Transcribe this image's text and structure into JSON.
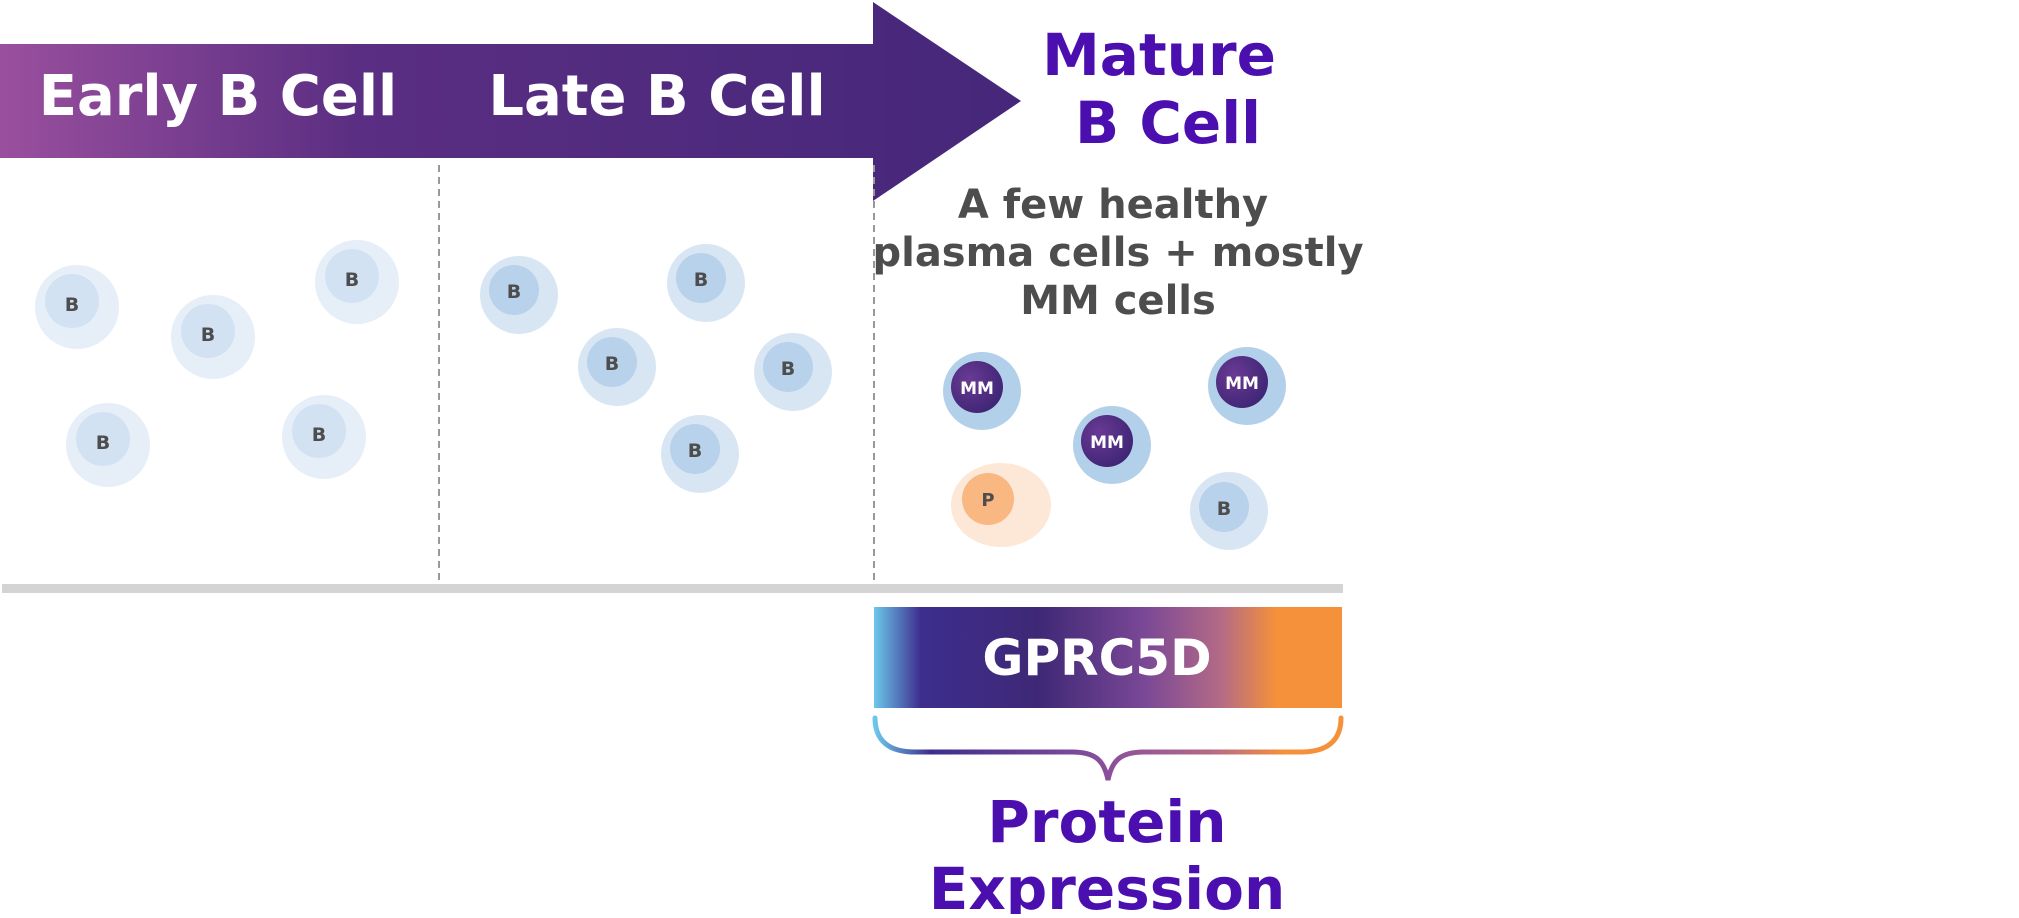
{
  "stages": {
    "early": "Early B Cell",
    "late": "Late B Cell",
    "mature_line1": "Mature",
    "mature_line2": "B Cell"
  },
  "mature_note": {
    "line1": "A few healthy",
    "line2": "plasma cells + mostly",
    "line3": "MM cells"
  },
  "cell_labels": {
    "b": "B",
    "mm": "MM",
    "p": "P"
  },
  "gene_bar": {
    "label": "GPRC5D"
  },
  "expression": {
    "line1": "Protein",
    "line2": "Expression"
  },
  "colors": {
    "arrow_start": "#9a4f9e",
    "arrow_end": "#4a2b7c",
    "heading": "#4b0fb0",
    "note_text": "#4d4d4d",
    "b_cell_outer": "#dbe8f5",
    "b_cell_inner": "#b7d2ea",
    "mm_cell_outer": "#b3d0ea",
    "mm_cell_inner": "#4a2a80",
    "p_cell_outer": "#fde7d6",
    "p_cell_inner": "#f9b881",
    "bar_cyan": "#6cc7ec",
    "bar_indigo": "#3d2e8e",
    "bar_purple": "#8a4f9c",
    "bar_orange": "#f5913a",
    "baseline": "#d4d4d4"
  }
}
